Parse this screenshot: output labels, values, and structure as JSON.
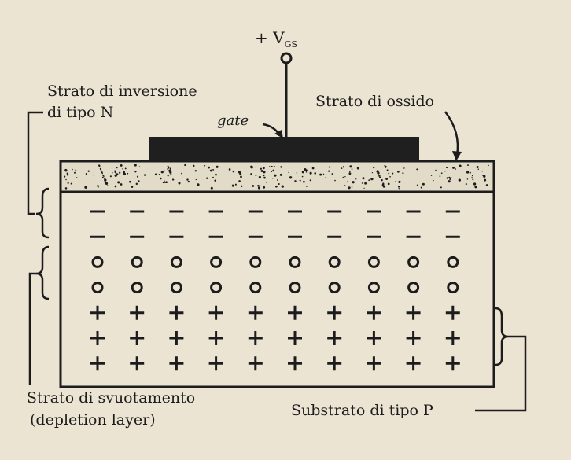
{
  "labels": {
    "vgs_plus": "+ V",
    "vgs_sub": "GS",
    "gate": "gate",
    "inversion_line1": "Strato di inversione",
    "inversion_line2": "di tipo N",
    "oxide": "Strato di ossido",
    "depletion_line1": "Strato di svuotamento",
    "depletion_line2": "(depletion layer)",
    "substrate": "Substrato di tipo P"
  },
  "charges": {
    "columns": 10,
    "rows": [
      {
        "kind": "electron",
        "symbol": "−"
      },
      {
        "kind": "electron",
        "symbol": "−"
      },
      {
        "kind": "depleted-acceptor",
        "symbol": "o"
      },
      {
        "kind": "depleted-acceptor",
        "symbol": "o"
      },
      {
        "kind": "hole",
        "symbol": "+"
      },
      {
        "kind": "hole",
        "symbol": "+"
      },
      {
        "kind": "hole",
        "symbol": "+"
      }
    ]
  },
  "colors": {
    "background": "#ebe4d3",
    "ink": "#1c1c1c",
    "gate_metal": "#1f1f1f",
    "oxide_fill": "#e2dbc8"
  }
}
